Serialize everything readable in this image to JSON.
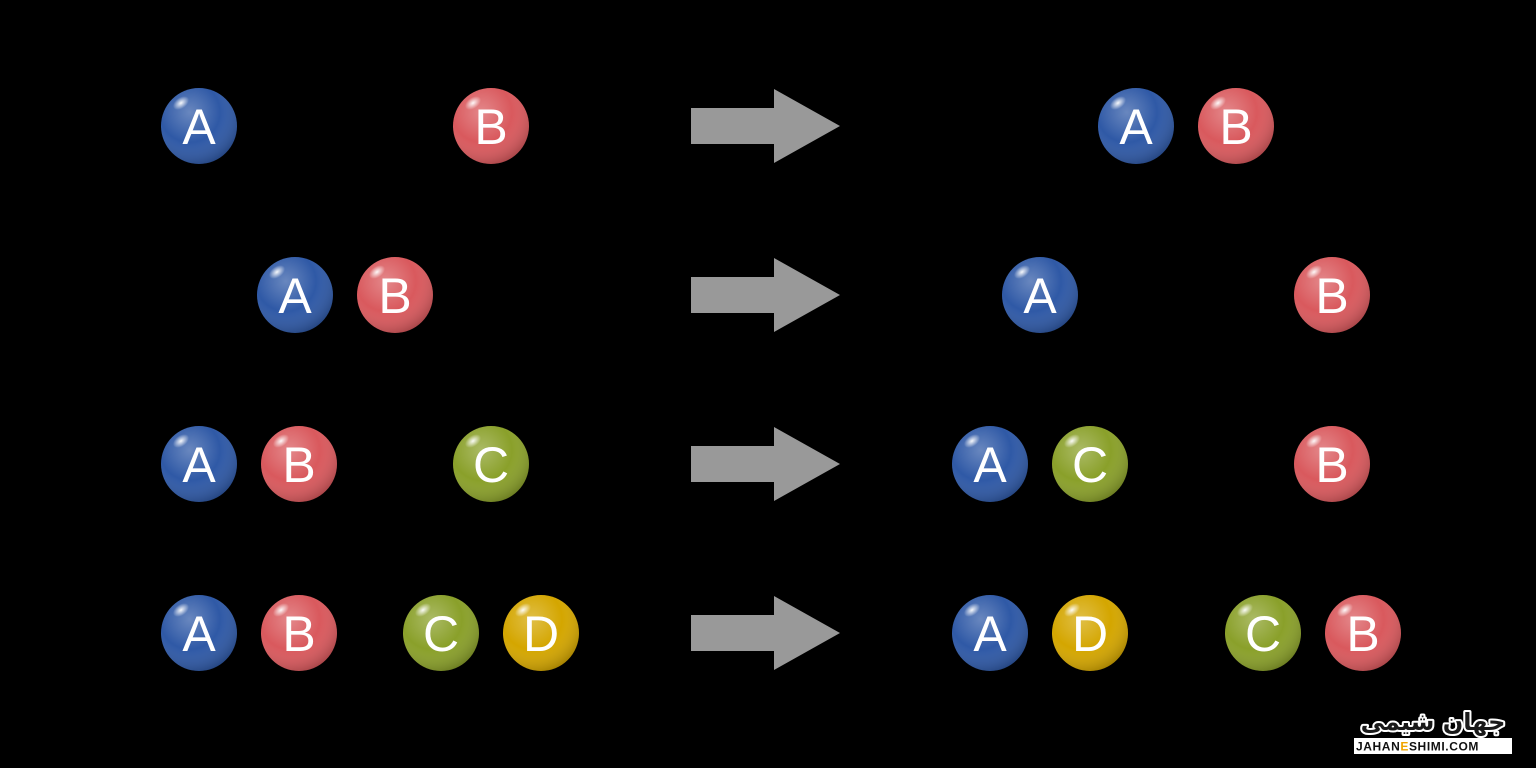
{
  "colors": {
    "background": "#000000",
    "arrow": "#999999",
    "A": "#2f59a6",
    "B": "#d9595d",
    "C": "#8aa02a",
    "D": "#d4a600"
  },
  "reactions": [
    {
      "reactants": [
        [
          "A"
        ],
        [
          "B"
        ]
      ],
      "products": [
        [
          "A",
          "B"
        ]
      ]
    },
    {
      "reactants": [
        [
          "A",
          "B"
        ]
      ],
      "products": [
        [
          "A"
        ],
        [
          "B"
        ]
      ]
    },
    {
      "reactants": [
        [
          "A",
          "B"
        ],
        [
          "C"
        ]
      ],
      "products": [
        [
          "A",
          "C"
        ],
        [
          "B"
        ]
      ]
    },
    {
      "reactants": [
        [
          "A",
          "B"
        ],
        [
          "C",
          "D"
        ]
      ],
      "products": [
        [
          "A",
          "D"
        ],
        [
          "C",
          "B"
        ]
      ]
    }
  ],
  "watermark": {
    "text_fa": "جهان شیمی",
    "text_en_1": "JAHAN",
    "text_en_2": "E",
    "text_en_3": "SHIMI.COM",
    "icon": "jahaneshimi-logo"
  }
}
